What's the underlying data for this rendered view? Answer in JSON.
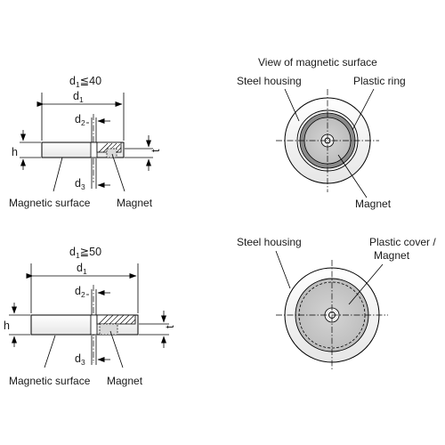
{
  "top_section_view": {
    "size_condition": {
      "symbol": "d",
      "subscript": "1",
      "relation": "≦",
      "value": "40"
    },
    "dimension_d1": {
      "symbol": "d",
      "subscript": "1"
    },
    "dimension_d2": {
      "symbol": "d",
      "subscript": "2"
    },
    "dimension_d3": {
      "symbol": "d",
      "subscript": "3"
    },
    "dimension_h": "h",
    "dimension_t": "t",
    "label_magnetic_surface": "Magnetic surface",
    "label_magnet": "Magnet"
  },
  "bottom_section_view": {
    "size_condition": {
      "symbol": "d",
      "subscript": "1",
      "relation": "≧",
      "value": "50"
    },
    "dimension_d1": {
      "symbol": "d",
      "subscript": "1"
    },
    "dimension_d2": {
      "symbol": "d",
      "subscript": "2"
    },
    "dimension_d3": {
      "symbol": "d",
      "subscript": "3"
    },
    "dimension_h": "h",
    "dimension_t": "t",
    "label_magnetic_surface": "Magnetic surface",
    "label_magnet": "Magnet"
  },
  "top_surface_view": {
    "title": "View of magnetic surface",
    "label_steel_housing": "Steel housing",
    "label_plastic_ring": "Plastic ring",
    "label_magnet": "Magnet"
  },
  "bottom_surface_view": {
    "label_steel_housing": "Steel housing",
    "label_plastic_cover_line1": "Plastic cover /",
    "label_plastic_cover_line2": "Magnet"
  },
  "colors": {
    "line": "#000000",
    "steel_fill": "#f2f2f2",
    "magnet_fill": "#c8c8c8",
    "plastic_ring_fill": "#8a8a8a",
    "text": "#1a1a1a"
  }
}
